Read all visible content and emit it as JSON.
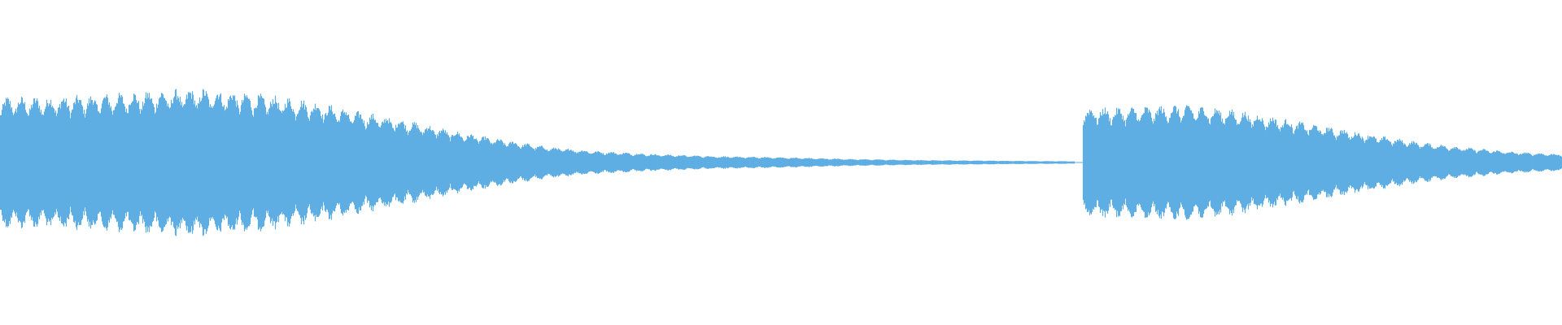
{
  "waveform": {
    "color": "#5faee3",
    "background": "#ffffff",
    "segments": [
      {
        "start": 0.0,
        "end": 0.688,
        "envelope": [
          [
            0.0,
            0.62
          ],
          [
            0.03,
            0.62
          ],
          [
            0.06,
            0.64
          ],
          [
            0.1,
            0.68
          ],
          [
            0.13,
            0.7
          ],
          [
            0.17,
            0.64
          ],
          [
            0.2,
            0.58
          ],
          [
            0.23,
            0.48
          ],
          [
            0.26,
            0.4
          ],
          [
            0.29,
            0.3
          ],
          [
            0.32,
            0.22
          ],
          [
            0.35,
            0.15
          ],
          [
            0.38,
            0.11
          ],
          [
            0.42,
            0.08
          ],
          [
            0.46,
            0.06
          ],
          [
            0.5,
            0.05
          ],
          [
            0.54,
            0.035
          ],
          [
            0.58,
            0.025
          ],
          [
            0.62,
            0.02
          ],
          [
            0.66,
            0.015
          ],
          [
            0.688,
            0.012
          ]
        ]
      },
      {
        "start": 0.693,
        "end": 1.0,
        "envelope": [
          [
            0.693,
            0.52
          ],
          [
            0.72,
            0.52
          ],
          [
            0.76,
            0.55
          ],
          [
            0.79,
            0.5
          ],
          [
            0.82,
            0.42
          ],
          [
            0.85,
            0.34
          ],
          [
            0.88,
            0.26
          ],
          [
            0.91,
            0.19
          ],
          [
            0.94,
            0.14
          ],
          [
            0.97,
            0.1
          ],
          [
            1.0,
            0.08
          ]
        ]
      }
    ],
    "silence_line": {
      "start": 0.688,
      "end": 0.693
    }
  }
}
